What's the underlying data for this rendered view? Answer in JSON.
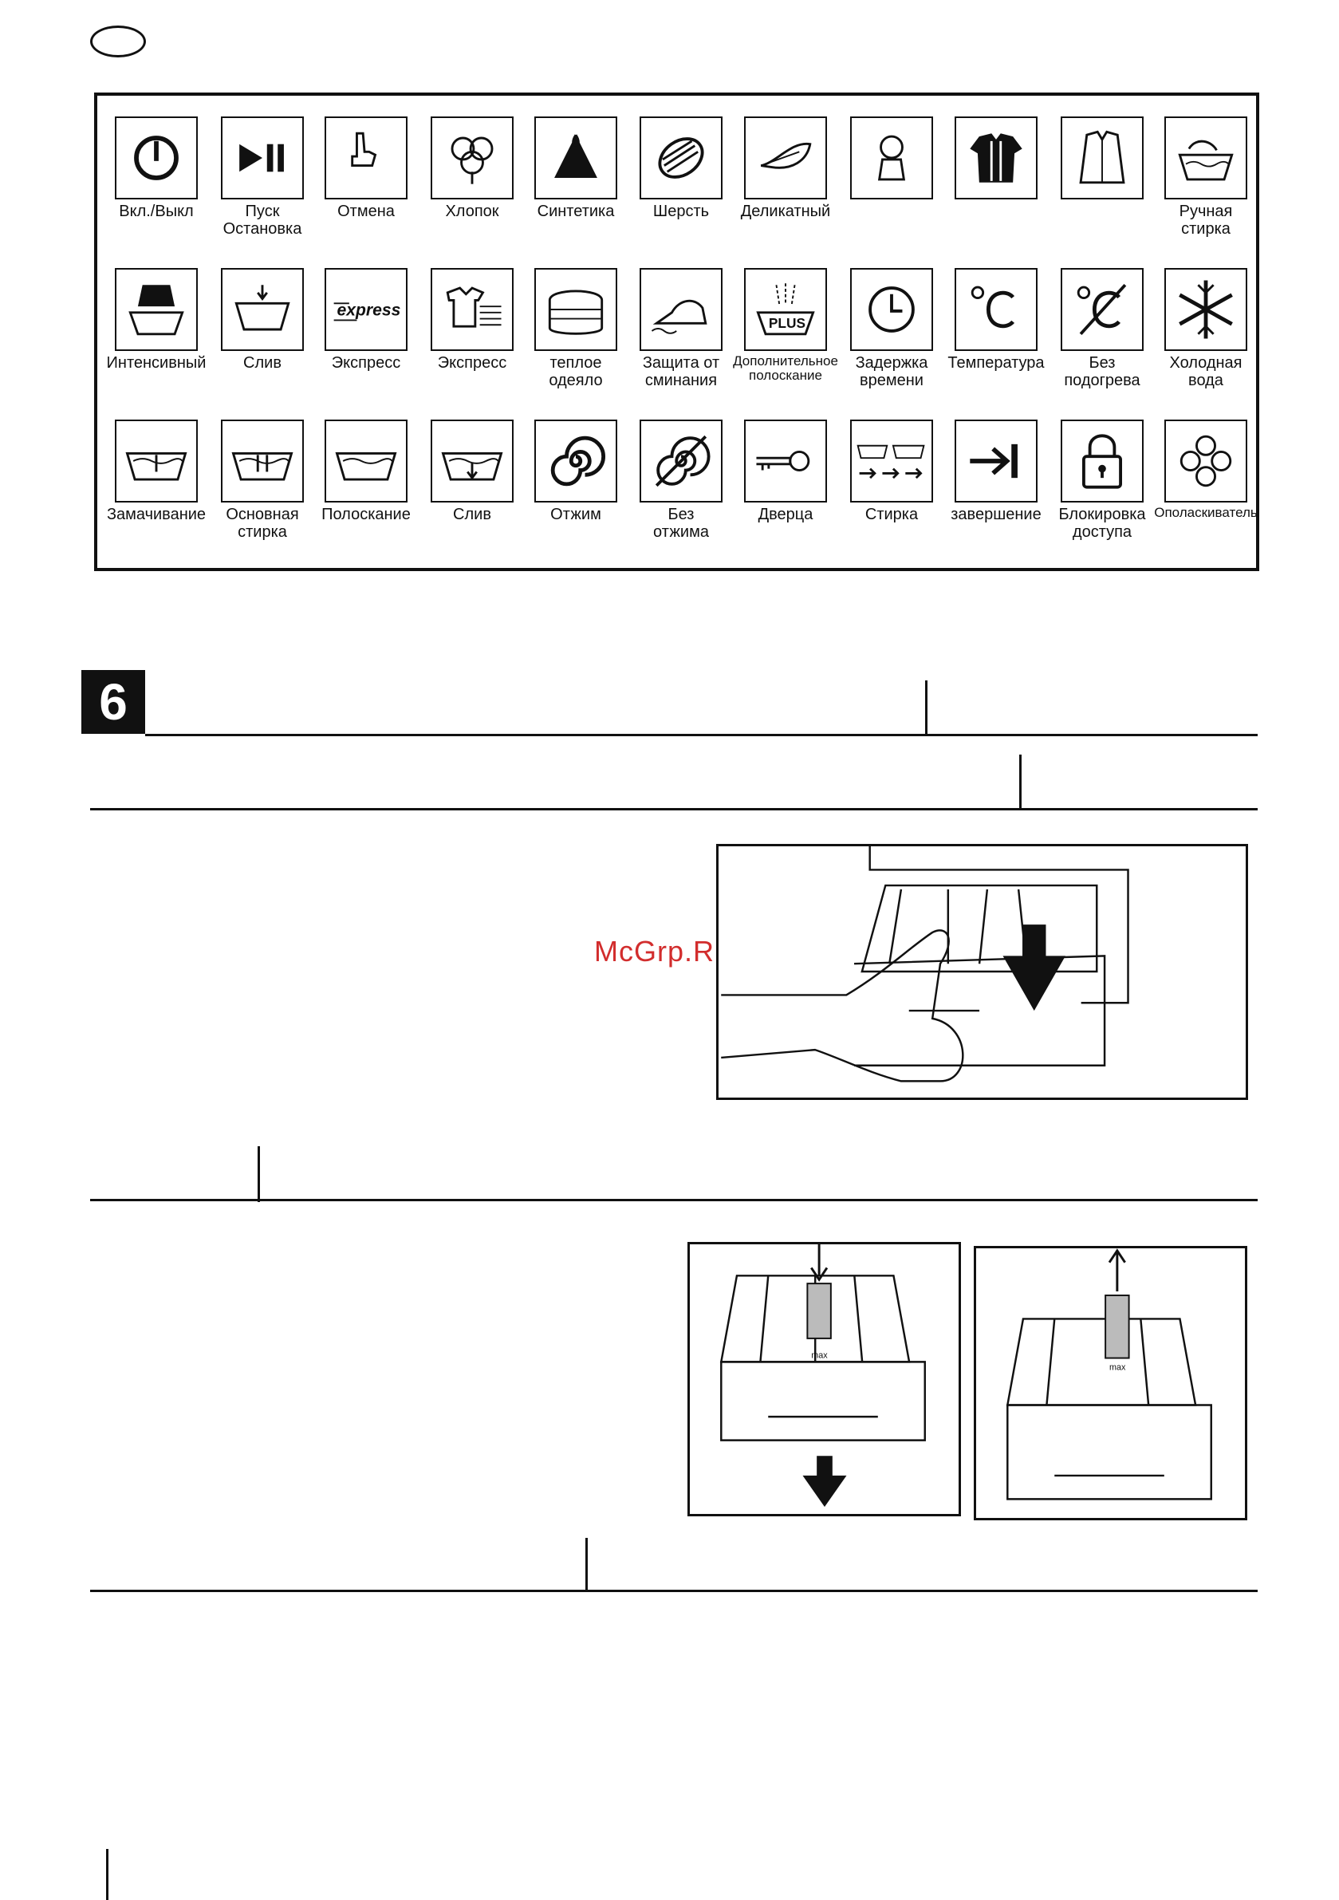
{
  "section_number": "6",
  "watermark": "McGrp.Ru",
  "symbol_rows": [
    [
      {
        "icon": "power-icon",
        "label": [
          "Вкл./Выкл"
        ]
      },
      {
        "icon": "play-pause-icon",
        "label": [
          "Пуск",
          "Остановка"
        ]
      },
      {
        "icon": "finger-press-icon",
        "label": [
          "Отмена"
        ]
      },
      {
        "icon": "cotton-icon",
        "label": [
          "Хлопок"
        ]
      },
      {
        "icon": "synthetic-icon",
        "label": [
          "Синтетика"
        ]
      },
      {
        "icon": "wool-icon",
        "label": [
          "Шерсть"
        ]
      },
      {
        "icon": "delicate-feather-icon",
        "label": [
          "Деликатный"
        ]
      },
      {
        "icon": "baby-icon",
        "label": []
      },
      {
        "icon": "shirt-icon",
        "label": []
      },
      {
        "icon": "blouse-icon",
        "label": []
      },
      {
        "icon": "hand-wash-icon",
        "label": [
          "Ручная",
          "стирка"
        ]
      }
    ],
    [
      {
        "icon": "intensive-wash-icon",
        "label": [
          "Интенсивный"
        ]
      },
      {
        "icon": "drain-icon",
        "label": [
          "Слив"
        ]
      },
      {
        "icon": "express-icon",
        "label": [
          "Экспресс"
        ]
      },
      {
        "icon": "express-shirt-icon",
        "label": [
          "Экспресс"
        ]
      },
      {
        "icon": "blanket-icon",
        "label": [
          "теплое",
          "одеяло"
        ]
      },
      {
        "icon": "anti-crease-iron-icon",
        "label": [
          "Защита от",
          "сминания"
        ]
      },
      {
        "icon": "rinse-plus-icon",
        "label": [
          "Дополнительное",
          "полоскание"
        ]
      },
      {
        "icon": "clock-icon",
        "label": [
          "Задержка",
          "времени"
        ]
      },
      {
        "icon": "celsius-icon",
        "label": [
          "Температура"
        ]
      },
      {
        "icon": "no-heat-icon",
        "label": [
          "Без",
          "подогрева"
        ]
      },
      {
        "icon": "snowflake-icon",
        "label": [
          "Холодная",
          "вода"
        ]
      }
    ],
    [
      {
        "icon": "prewash-tub-icon",
        "label": [
          "Замачивание"
        ]
      },
      {
        "icon": "main-wash-tub-icon",
        "label": [
          "Основная",
          "стирка"
        ]
      },
      {
        "icon": "rinse-tub-icon",
        "label": [
          "Полоскание"
        ]
      },
      {
        "icon": "drain-tub-icon",
        "label": [
          "Слив"
        ]
      },
      {
        "icon": "spin-icon",
        "label": [
          "Отжим"
        ]
      },
      {
        "icon": "no-spin-icon",
        "label": [
          "Без",
          "отжима"
        ]
      },
      {
        "icon": "key-icon",
        "label": [
          "Дверца"
        ]
      },
      {
        "icon": "wash-progress-icon",
        "label": [
          "Стирка"
        ]
      },
      {
        "icon": "end-icon",
        "label": [
          "завершение"
        ]
      },
      {
        "icon": "padlock-icon",
        "label": [
          "Блокировка",
          "доступа"
        ]
      },
      {
        "icon": "softener-flower-icon",
        "label": [
          "Ополаскиватель"
        ]
      }
    ]
  ],
  "figures": [
    {
      "name": "detergent-drawer-pull-figure",
      "depicts": "hand pulling detergent drawer, down arrow"
    },
    {
      "name": "drawer-insert-down-figure",
      "depicts": "drawer with insert, max marking, arrows down"
    },
    {
      "name": "drawer-insert-up-figure",
      "depicts": "drawer with insert lifted, max marking, arrow up"
    }
  ],
  "figure_text": {
    "max": "max"
  }
}
